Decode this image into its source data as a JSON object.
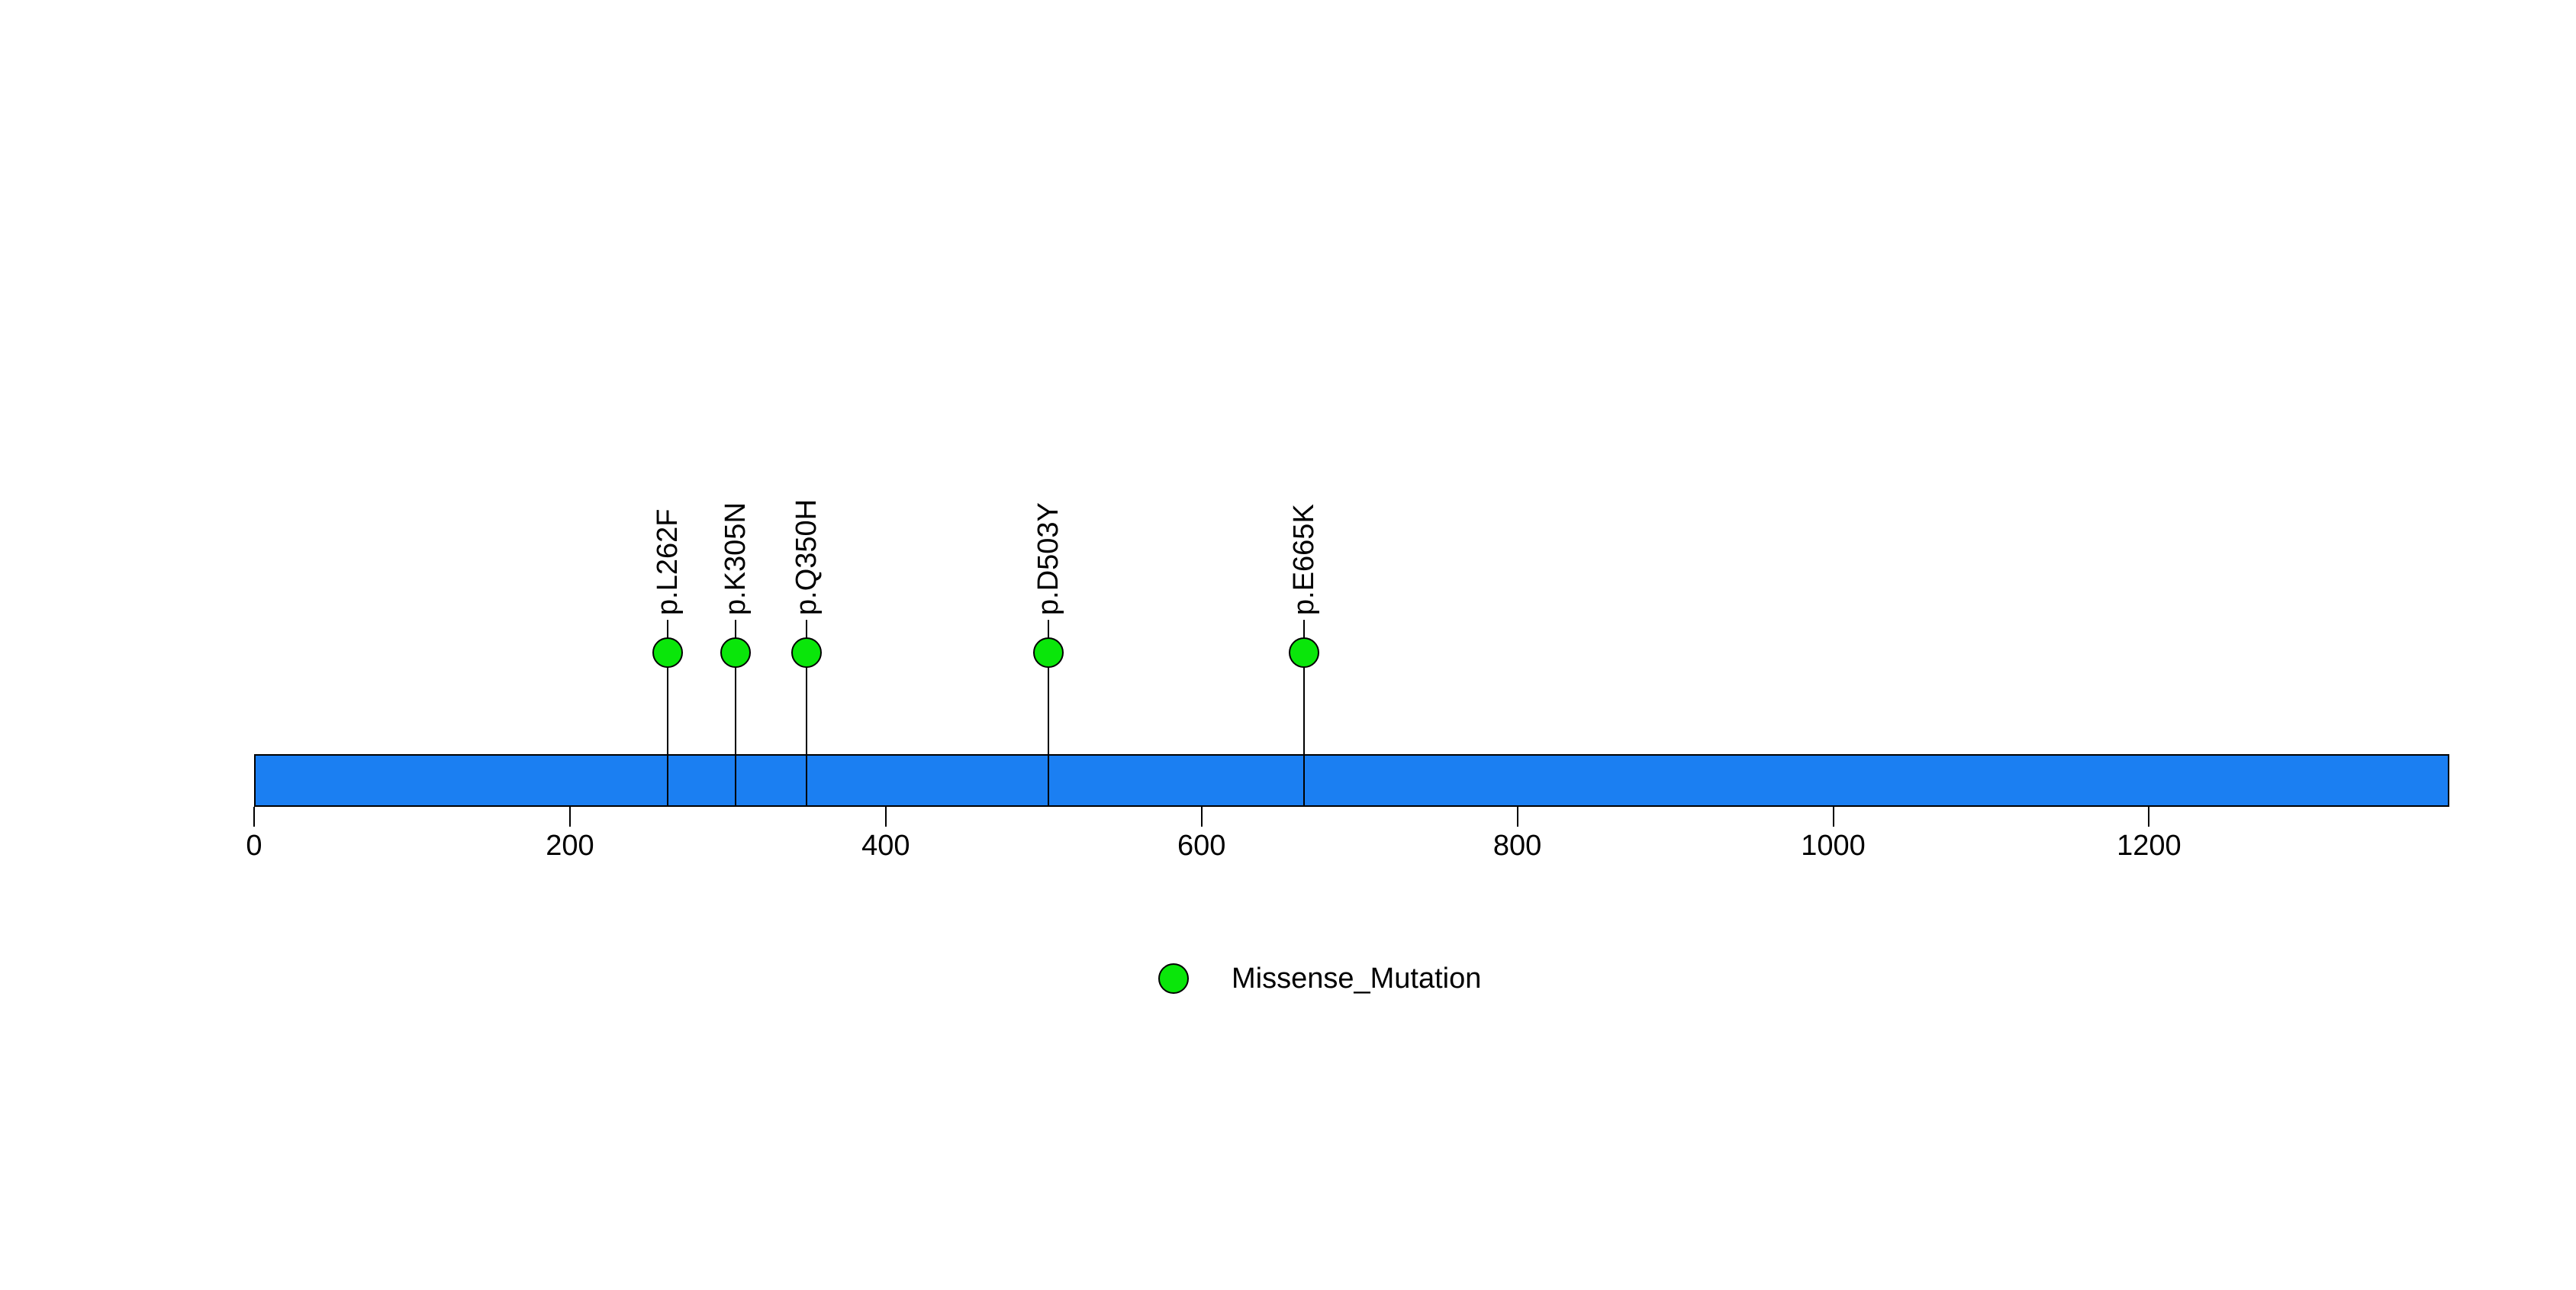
{
  "chart_data": {
    "type": "lollipop",
    "axis": {
      "ticks": [
        0,
        200,
        400,
        600,
        800,
        1000,
        1200
      ],
      "xlim": [
        0,
        1390
      ],
      "grid": false
    },
    "backbone": {
      "start": 0,
      "end": 1390,
      "color": "#1b7ff2"
    },
    "mutations": [
      {
        "label": "p.L262F",
        "position": 262,
        "mutation_type": "Missense_Mutation"
      },
      {
        "label": "p.K305N",
        "position": 305,
        "mutation_type": "Missense_Mutation"
      },
      {
        "label": "p.Q350H",
        "position": 350,
        "mutation_type": "Missense_Mutation"
      },
      {
        "label": "p.D503Y",
        "position": 503,
        "mutation_type": "Missense_Mutation"
      },
      {
        "label": "p.E665K",
        "position": 665,
        "mutation_type": "Missense_Mutation"
      }
    ],
    "mutation_color": "#0ae60a",
    "stroke_color": "#000000",
    "legend": [
      {
        "label": "Missense_Mutation",
        "color": "#0ae60a"
      }
    ],
    "legend_position": "bottom-center"
  }
}
